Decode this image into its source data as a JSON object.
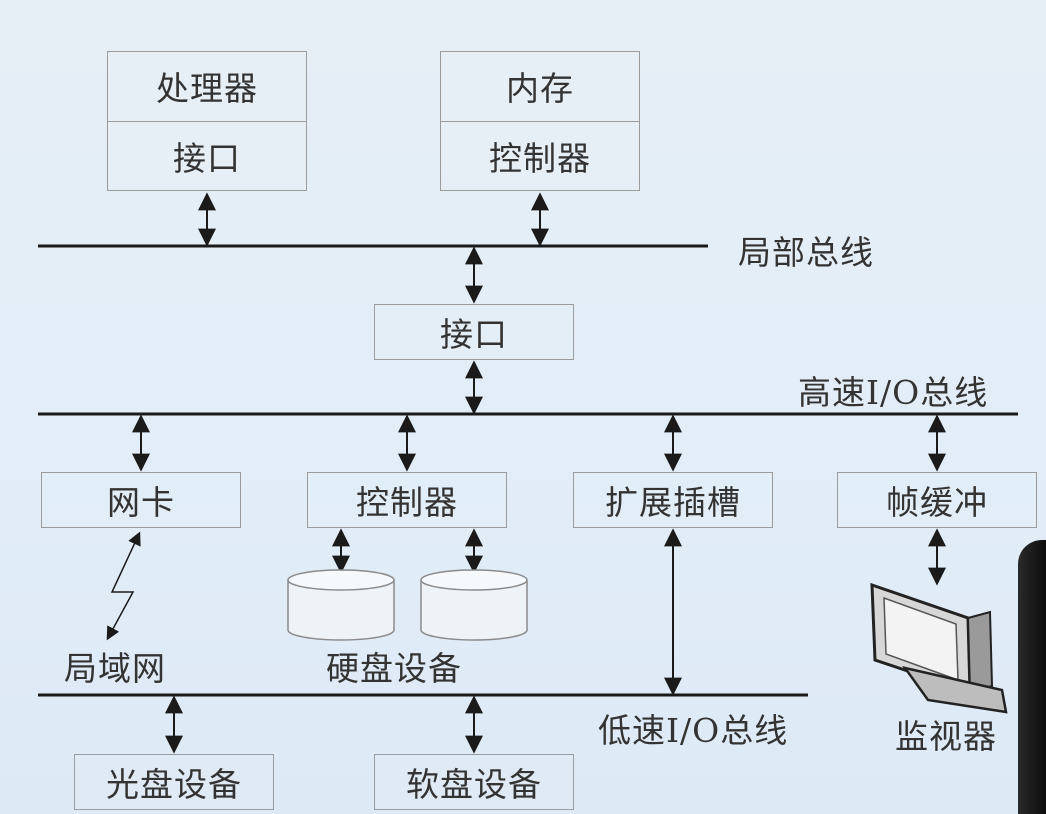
{
  "boxes": {
    "processor": "处理器",
    "processor_interface": "接口",
    "memory": "内存",
    "memory_controller": "控制器",
    "bridge_interface": "接口",
    "network_card": "网卡",
    "disk_controller": "控制器",
    "expansion_slot": "扩展插槽",
    "frame_buffer": "帧缓冲",
    "cdrom": "光盘设备",
    "floppy": "软盘设备"
  },
  "buses": {
    "local": "局部总线",
    "high_speed_io": "高速I/O总线",
    "low_speed_io": "低速I/O总线"
  },
  "labels": {
    "lan": "局域网",
    "hard_disk": "硬盘设备",
    "monitor": "监视器"
  }
}
